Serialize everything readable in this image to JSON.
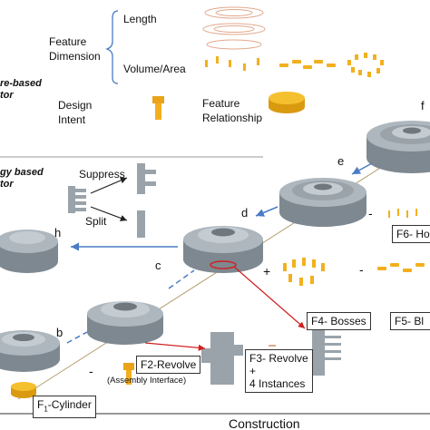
{
  "legend": {
    "feature_dimension": "Feature\nDimension",
    "length": "Length",
    "volume_area": "Volume/Area",
    "design_intent": "Design\nIntent",
    "feature_relationship": "Feature\nRelationship",
    "left_label_top": "re-based\ntor",
    "left_label_bottom": "gy based\ntor",
    "suppress": "Suppress",
    "split": "Split"
  },
  "letters": {
    "b": "b",
    "c": "c",
    "d": "d",
    "e": "e",
    "f": "f",
    "h": "h"
  },
  "signs": {
    "minus_b": "-",
    "minus_f6": "-",
    "plus_bosses": "+",
    "minus_bosses": "-"
  },
  "boxes": {
    "f1": {
      "prefix": "F",
      "sub": "1",
      "rest": "-Cylinder"
    },
    "f2": "F2-Revolve",
    "f2_note": "(Assembly Interface)",
    "f3": "F3- Revolve\n+\n4 Instances",
    "f4": "F4- Bosses",
    "f5": "F5- Bl",
    "f6": "F6- Ho"
  },
  "axis_label": "Construction",
  "colors": {
    "part": "#aeb7be",
    "part_dark": "#7e8890",
    "gold": "#f2b01e",
    "arrow_blue": "#4a7cc4",
    "arrow_red": "#d02020"
  }
}
